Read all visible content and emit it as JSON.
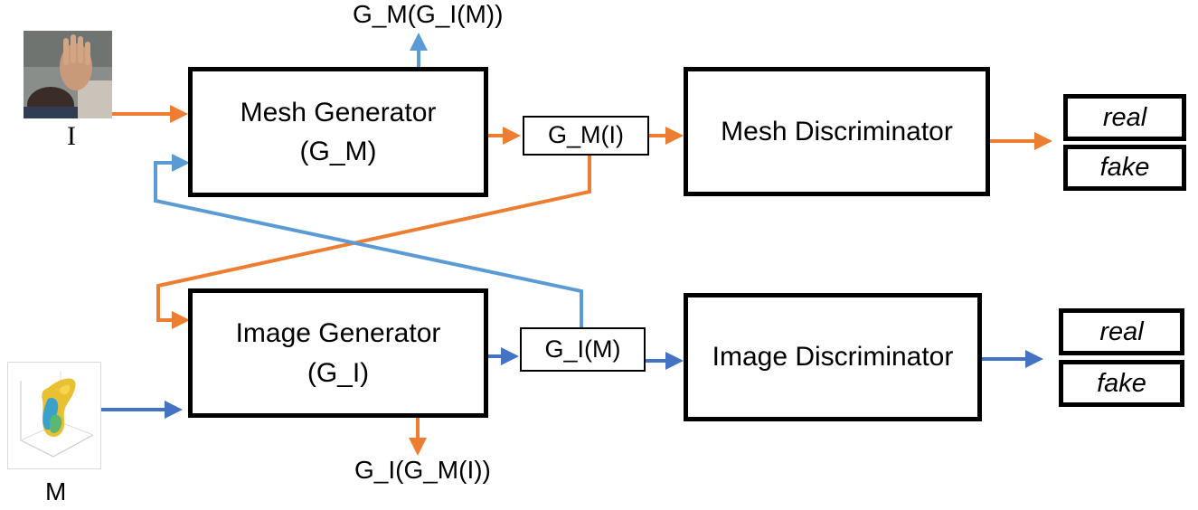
{
  "colors": {
    "orange": "#ED7D31",
    "blue": "#4472C4",
    "light_blue": "#5B9BD5",
    "box_border": "#000000"
  },
  "inputs": {
    "image_label": "I",
    "mesh_label": "M"
  },
  "mesh_generator": {
    "line1": "Mesh Generator",
    "line2": "(G_M)"
  },
  "image_generator": {
    "line1": "Image Generator",
    "line2": "(G_I)"
  },
  "mesh_discriminator": {
    "label": "Mesh Discriminator"
  },
  "image_discriminator": {
    "label": "Image Discriminator"
  },
  "intermediate": {
    "gm_of_i": "G_M(I)",
    "gi_of_m": "G_I(M)"
  },
  "cycle_outputs": {
    "top": "G_M(G_I(M))",
    "bottom": "G_I(G_M(I))"
  },
  "mesh_outputs": {
    "real": "real",
    "fake": "fake"
  },
  "image_outputs": {
    "real": "real",
    "fake": "fake"
  },
  "icons": [
    "hand-photo-icon",
    "mesh-plot-icon"
  ]
}
